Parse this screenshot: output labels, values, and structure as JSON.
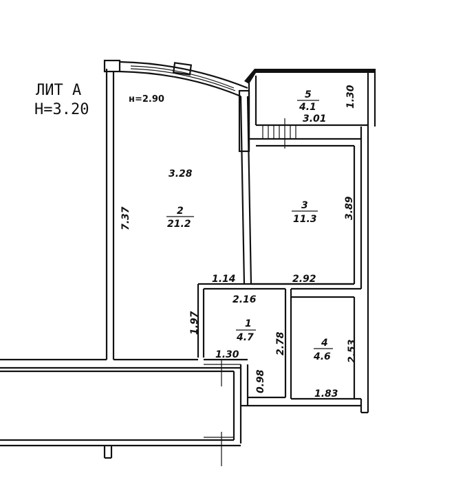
{
  "title": {
    "line1": "ЛИТ А",
    "line2": "Н=3.20"
  },
  "ceiling_note": "н=2.90",
  "rooms": [
    {
      "id": "2",
      "area": "21.2"
    },
    {
      "id": "3",
      "area": "11.3"
    },
    {
      "id": "1",
      "area": "4.7"
    },
    {
      "id": "4",
      "area": "4.6"
    },
    {
      "id": "5",
      "area": "4.1"
    }
  ],
  "dimensions": {
    "room2_width": "3.28",
    "room2_length": "7.37",
    "room3_length": "3.89",
    "room5_width": "3.01",
    "room5_depth": "1.30",
    "corr_left": "1.14",
    "corr_right": "2.92",
    "room1_width": "2.16",
    "room1_side": "1.97",
    "room1_height": "2.78",
    "room4_height": "2.53",
    "room4_width": "1.83",
    "hall_width": "1.30",
    "hall_depth": "0.98"
  }
}
